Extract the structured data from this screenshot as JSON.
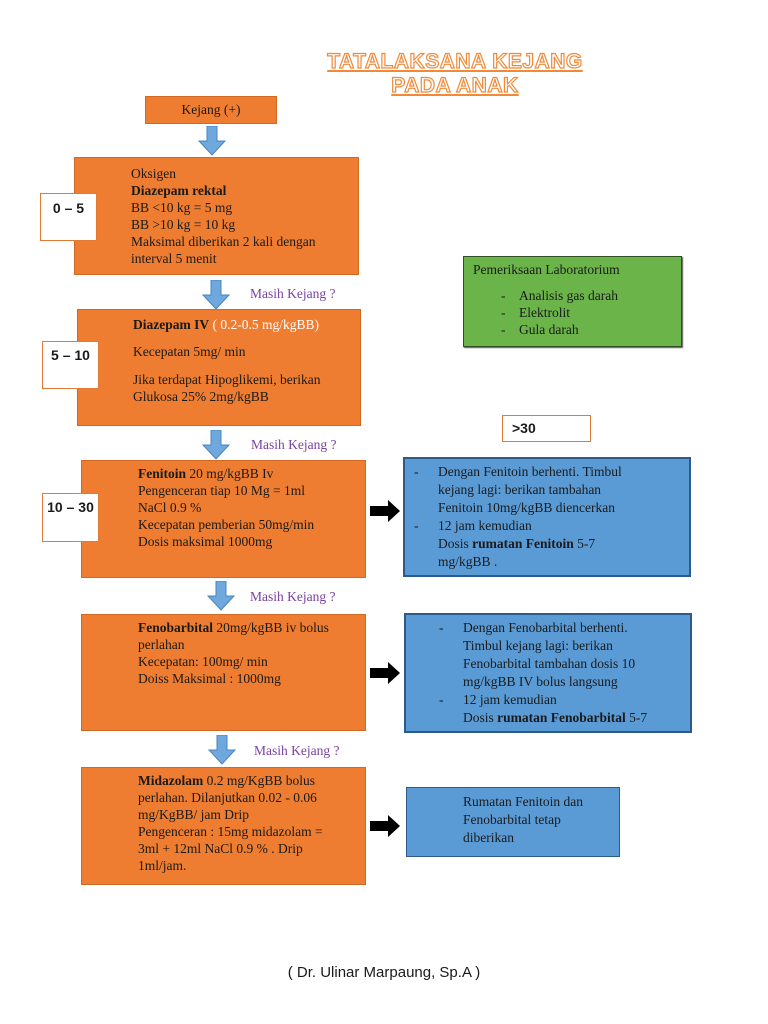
{
  "title": {
    "line1": "TATALAKSANA KEJANG",
    "line2": "PADA ANAK"
  },
  "start_box": "Kejang (+)",
  "step1": {
    "time": "0 – 5",
    "line1": "Oksigen",
    "bold": "Diazepam rektal",
    "line3": "BB <10 kg = 5 mg",
    "line4": "BB >10 kg = 10 kg",
    "line5": "Maksimal diberikan 2 kali dengan",
    "line6": "interval 5 menit"
  },
  "question": "Masih Kejang ?",
  "step2": {
    "time": "5 – 10",
    "bold": "Diazepam IV",
    "dose": " ( 0.2-0.5 mg/kgBB)",
    "speed": "Kecepatan 5mg/ min",
    "hypo1": "Jika terdapat Hipoglikemi, berikan",
    "hypo2": "Glukosa 25% 2mg/kgBB"
  },
  "step3": {
    "time": "10 – 30",
    "bold": "Fenitoin",
    "dose": " 20 mg/kgBB Iv",
    "line2": "Pengenceran tiap 10 Mg = 1ml",
    "line3": "NaCl 0.9 %",
    "line4": "Kecepatan pemberian 50mg/min",
    "line5": "Dosis maksimal 1000mg"
  },
  "step4": {
    "bold": "Fenobarbital",
    "dose": " 20mg/kgBB iv bolus",
    "line2": "perlahan",
    "line3": "Kecepatan: 100mg/ min",
    "line4": "Doiss Maksimal : 1000mg"
  },
  "step5": {
    "bold": "Midazolam",
    "dose": " 0.2 mg/KgBB bolus",
    "line2": "perlahan. Dilanjutkan 0.02 - 0.06",
    "line3": "mg/KgBB/ jam Drip",
    "line4": "Pengenceran : 15mg midazolam  =",
    "line5": "3ml + 12ml NaCl 0.9 % . Drip",
    "line6": "1ml/jam."
  },
  "lab": {
    "title": "Pemeriksaan Laboratorium",
    "items": [
      "Analisis gas darah",
      "Elektrolit",
      "Gula darah"
    ]
  },
  "gt30": ">30",
  "side1": {
    "a1": "Dengan Fenitoin berhenti. Timbul",
    "a2": "kejang lagi: berikan tambahan",
    "a3": "Fenitoin 10mg/kgBB diencerkan",
    "b1": "12 jam kemudian",
    "b2": "Dosis ",
    "b2bold": "rumatan Fenitoin",
    "b2end": " 5-7",
    "b3": "mg/kgBB ."
  },
  "side2": {
    "a1": "Dengan Fenobarbital berhenti.",
    "a2": "Timbul kejang lagi: berikan",
    "a3": "Fenobarbital tambahan dosis 10",
    "a4": "mg/kgBB IV bolus langsung",
    "b1": "12 jam kemudian",
    "b2": "Dosis ",
    "b2bold": "rumatan Fenobarbital",
    "b2end": " 5-7"
  },
  "side3": {
    "l1": "Rumatan Fenitoin dan",
    "l2": "Fenobarbital tetap",
    "l3": "diberikan"
  },
  "footer": "( Dr. Ulinar Marpaung, Sp.A )",
  "colors": {
    "orange": "#ef7d31",
    "green": "#6bb44a",
    "blue": "#5b9bd5",
    "question": "#7b3fa0",
    "arrow_blue": "#6fa8dc"
  }
}
